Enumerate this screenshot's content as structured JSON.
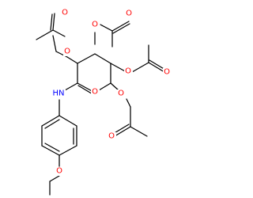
{
  "molecule": {
    "atom_labels": {
      "o_ester1_carbonyl": "O",
      "o_ester1_link": "O",
      "o_ester2_carbonyl": "O",
      "o_ester2_link": "O",
      "o_ester3_carbonyl": "O",
      "o_ester3_link": "O",
      "o_ester4_link": "O",
      "o_ester4_carbonyl": "O",
      "o_amide_carbonyl": "O",
      "o_ether": "O",
      "n_amide": "HN"
    },
    "colors": {
      "carbon_bond": "#000000",
      "oxygen": "#ff0000",
      "nitrogen": "#0000ff",
      "background": "#ffffff"
    }
  }
}
